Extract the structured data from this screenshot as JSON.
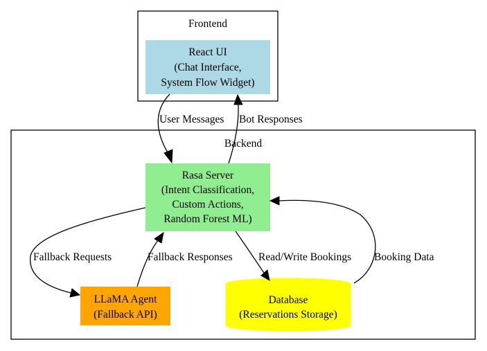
{
  "clusters": {
    "frontend": {
      "label": "Frontend"
    },
    "backend": {
      "label": "Backend"
    }
  },
  "nodes": {
    "react_ui": {
      "lines": [
        "React UI",
        "(Chat Interface,",
        "System Flow Widget)"
      ],
      "color": "#add8e6"
    },
    "rasa": {
      "lines": [
        "Rasa Server",
        "(Intent Classification,",
        "Custom Actions,",
        "Random Forest ML)"
      ],
      "color": "#90ee90"
    },
    "llama": {
      "lines": [
        "LLaMA Agent",
        "(Fallback API)"
      ],
      "color": "#ffa500"
    },
    "database": {
      "lines": [
        "Database",
        "(Reservations Storage)"
      ],
      "color": "#ffff00"
    }
  },
  "edges": {
    "user_messages": "User Messages",
    "bot_responses": "Bot Responses",
    "fallback_requests": "Fallback Requests",
    "fallback_responses": "Fallback Responses",
    "read_write_bookings": "Read/Write Bookings",
    "booking_data": "Booking Data"
  }
}
